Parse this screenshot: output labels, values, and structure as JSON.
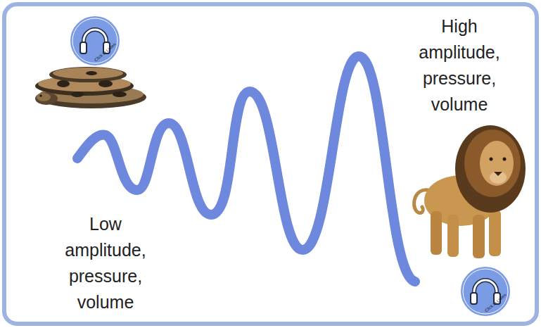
{
  "diagram": {
    "labels": [
      "High amplitude, pressure, volume",
      "Low amplitude, pressure, volume",
      "Click to Listen",
      "Click to Listen"
    ]
  }
}
